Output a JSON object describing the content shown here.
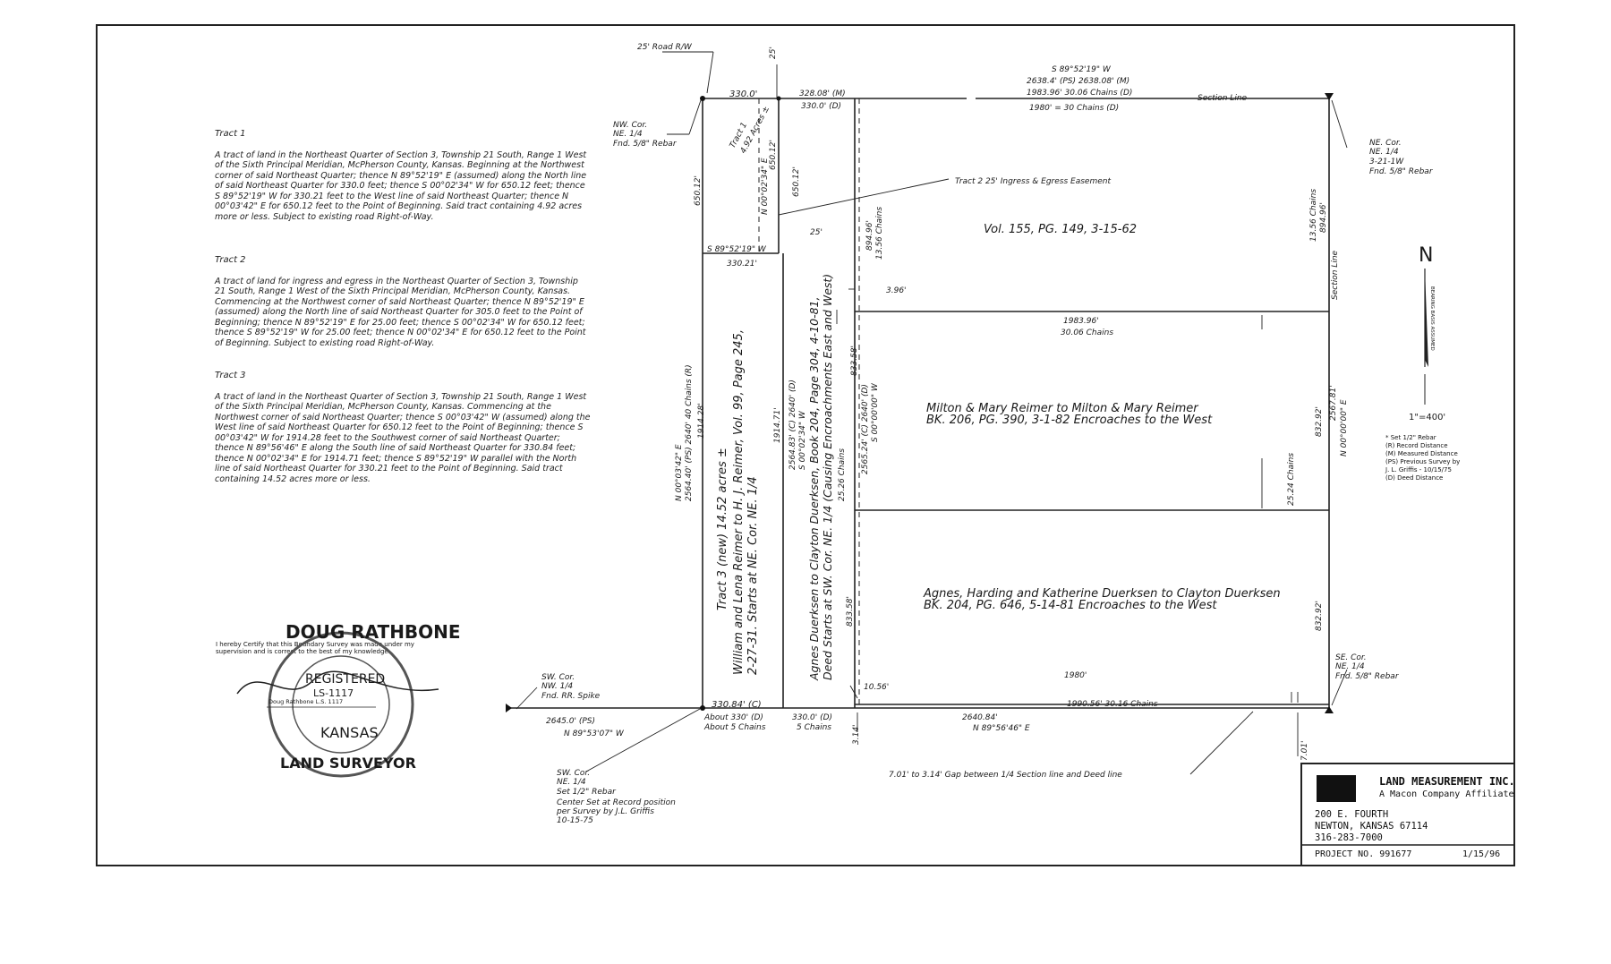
{
  "tracts": [
    {
      "heading": "Tract 1",
      "body": "A tract of land in the Northeast Quarter of Section 3, Township 21 South, Range 1 West of the Sixth Principal Meridian, McPherson County, Kansas. Beginning at the Northwest corner of said Northeast Quarter; thence N 89°52'19\" E (assumed) along the North line of said Northeast Quarter for 330.0 feet; thence S 00°02'34\" W for 650.12 feet; thence S 89°52'19\" W for 330.21 feet to the West line of said Northeast Quarter; thence N 00°03'42\" E for 650.12 feet to the Point of Beginning. Said tract containing 4.92 acres more or less. Subject to existing road Right-of-Way."
    },
    {
      "heading": "Tract 2",
      "body": "A tract of land for ingress and egress in the Northeast Quarter of Section 3, Township 21 South, Range 1 West of the Sixth Principal Meridian, McPherson County, Kansas. Commencing at the Northwest corner of said Northeast Quarter; thence N 89°52'19\" E (assumed) along the North line of said Northeast Quarter for 305.0 feet to the Point of Beginning; thence N 89°52'19\" E for 25.00 feet; thence S 00°02'34\" W for 650.12 feet; thence S 89°52'19\" W for 25.00 feet; thence N 00°02'34\" E for 650.12 feet to the Point of Beginning. Subject to existing road Right-of-Way."
    },
    {
      "heading": "Tract 3",
      "body": "A tract of land in the Northeast Quarter of Section 3, Township 21 South, Range 1 West of the Sixth Principal Meridian, McPherson County, Kansas. Commencing at the Northwest corner of said Northeast Quarter; thence S 00°03'42\" W (assumed) along the West line of said Northeast Quarter for 650.12 feet to the Point of Beginning; thence S 00°03'42\" W for 1914.28 feet to the Southwest corner of said Northeast Quarter; thence N 89°56'46\" E along the South line of said Northeast Quarter for 330.84 feet; thence N 00°02'34\" E for 1914.71 feet; thence S 89°52'19\" W parallel with the North line of said Northeast Quarter for 330.21 feet to the Point of Beginning. Said tract containing 14.52 acres more or less."
    }
  ],
  "labels": {
    "road_rw": "25' Road R/W",
    "dim_25_top": "25'",
    "n_330": "330.0'",
    "n_328m": "328.08' (M)",
    "n_330d": "330.0' (D)",
    "north_bearing": "S 89°52'19\" W",
    "north_ps": "2638.4' (PS) 2638.08' (M)",
    "north_chains": "1983.96' 30.06 Chains (D)",
    "north_d": "1980' = 30 Chains (D)",
    "section_line_top": "Section Line",
    "nw_cor": [
      "NW. Cor.",
      "NE. 1/4",
      "Fnd. 5/8\" Rebar"
    ],
    "ne_cor": [
      "NE. Cor.",
      "NE. 1/4",
      "3-21-1W",
      "Fnd. 5/8\" Rebar"
    ],
    "tract1_label": [
      "Tract 1",
      "4.92 Acres ±"
    ],
    "t1_dim_left": "650.12'",
    "t1_bearing_right": "N 00°02'34\" E",
    "t1_dim_right": "650.12'",
    "t1_dim_right2": "650.12'",
    "tract2_callout": "Tract 2   25' Ingress & Egress Easement",
    "dim_25_mid": "25'",
    "t1_south_bearing": "S 89°52'19\" W",
    "t1_south_dist": "330.21'",
    "vol155": "Vol. 155, PG. 149, 3-15-62",
    "dim_894_a": "894.96'",
    "chains_1356_a": "13.56 Chains",
    "dim_396": "3.96'",
    "chains_1356_b": "13.56 Chains",
    "dim_894_b": "894.96'",
    "section_line_right": "Section Line",
    "mid_dist": "1983.96'",
    "mid_chains": "30.06 Chains",
    "west_bearing": "N 00°03'42\" E",
    "west_dist": "2564.40' (PS) 2640' 40 Chains (R)",
    "west_1914": "1914.28'",
    "tract3_line1": "Tract 3 (new) 14.52 acres ±",
    "tract3_line2": "William and Lena Reimer to H. J. Reimer, Vol. 99, Page 245,",
    "tract3_line3": "2-27-31.  Starts at NE. Cor. NE. 1/4",
    "t3_1914_71": "1914.71'",
    "t3_2564": "2564.83' (C)  2640' (D)",
    "t3_bearing": "S 00°02'34\" W",
    "agnes_line1": "Agnes Duerksen to Clayton Duerksen, Book 204, Page 304, 4-10-81,",
    "agnes_line2": "Deed Starts at SW. Cor. NE. 1/4 (Causing Encroachments East and West)",
    "dim_2525": "25.26 Chains",
    "dim_833_a": "833.58'",
    "dim_2565": "2565.24' (C)  2640' (D)",
    "s_bearing_c": "S 00°00'00\" W",
    "dim_833_b": "833.58'",
    "milton_line1": "Milton & Mary Reimer to Milton & Mary Reimer",
    "milton_line2": "BK. 206, PG. 390, 3-1-82   Encroaches to the West",
    "chains_2524": "25.24 Chains",
    "dim_832_a": "832.92'",
    "east_dist": "2567.81'",
    "east_bearing": "N 00°00'00\" E",
    "agnes2_line1": "Agnes, Harding and Katherine Duerksen to Clayton Duerksen",
    "agnes2_line2": "BK. 204, PG. 646, 5-14-81   Encroaches to the West",
    "dim_832_b": "832.92'",
    "dim_1056": "10.56'",
    "south_1980": "1980'",
    "south_1990": "1990.56' 30.16 Chains",
    "sw_nw": [
      "SW. Cor.",
      "NW. 1/4",
      "Fnd. RR. Spike"
    ],
    "se_cor": [
      "SE. Cor.",
      "NE. 1/4",
      "Fnd. 5/8\" Rebar"
    ],
    "s_2645": "2645.0' (PS)",
    "s_bearing_w": "N 89°53'07\" W",
    "s_33084": "330.84' (C)",
    "s_about330": "About 330' (D)",
    "s_about5": "About 5 Chains",
    "s_330d": "330.0' (D)",
    "s_5chains": "5 Chains",
    "s_2640": "2640.84'",
    "s_bearing_e": "N 89°56'46\" E",
    "dim_314": "3.14'",
    "dim_701": "7.01'",
    "gap_note": "7.01' to 3.14' Gap between 1/4 Section line and Deed line",
    "sw_cor_ne": [
      "SW. Cor.",
      "NE. 1/4",
      "Set 1/2\" Rebar",
      "Center Set at Record position",
      "per Survey by J.L. Griffis",
      "10-15-75"
    ],
    "north_arrow": "N",
    "north_arrow_sub": "BEARING BASIS ASSUMED",
    "scale": "1\"=400'"
  },
  "legend": [
    "*  Set 1/2\" Rebar",
    "(R) Record Distance",
    "(M) Measured Distance",
    "(PS) Previous Survey by",
    "      J. L. Griffis - 10/15/75",
    "(D) Deed Distance"
  ],
  "certificate": "I hereby Certify that this Boundary Survey was made under my supervision and is correct to the best of my knowledge.",
  "seal": {
    "top": "DOUG RATHBONE",
    "mid1": "REGISTERED",
    "ls": "LS-1117",
    "state": "KANSAS",
    "bottom": "LAND SURVEYOR",
    "signature_line": "Doug Rathbone L.S. 1117"
  },
  "title_block": {
    "company": "LAND MEASUREMENT INC.",
    "affiliate": "A Macon Company Affiliate",
    "addr1": "200 E. FOURTH",
    "addr2": "NEWTON, KANSAS   67114",
    "phone": "316-283-7000",
    "project": "PROJECT NO.  991677",
    "date": "1/15/96"
  }
}
